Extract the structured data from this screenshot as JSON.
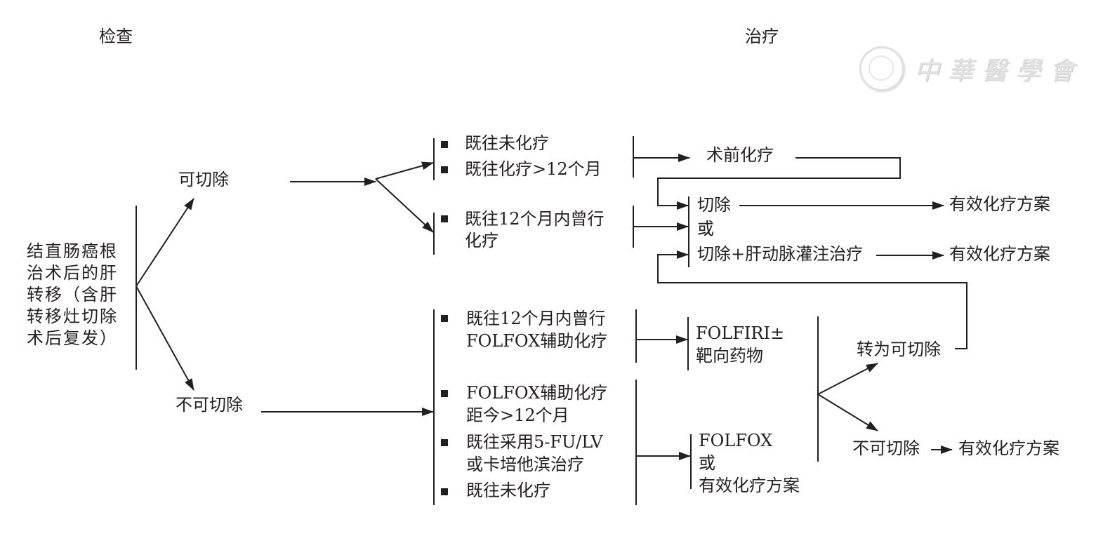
{
  "headers": {
    "examination": "检查",
    "treatment": "治疗"
  },
  "watermark": {
    "text": "中華醫學會",
    "icon": "cma-seal-icon"
  },
  "nodes": {
    "origin": [
      "结直肠癌根",
      "治术后的肝",
      "转移（含肝",
      "转移灶切除",
      "术后复发）"
    ],
    "resectable": "可切除",
    "unresectable": "不可切除",
    "resectable_group_a": [
      "既往未化疗",
      "既往化疗>12个月"
    ],
    "resectable_group_b": [
      "既往12个月内曾行",
      "化疗"
    ],
    "preop_chemo": "术前化疗",
    "resection": "切除",
    "or": "或",
    "resection_hai": "切除+肝动脉灌注治疗",
    "effective_regimen_1": "有效化疗方案",
    "effective_regimen_2": "有效化疗方案",
    "unresectable_group_a": [
      "既往12个月内曾行",
      "FOLFOX辅助化疗"
    ],
    "unresectable_group_b1": [
      "FOLFOX辅助化疗",
      "距今>12个月"
    ],
    "unresectable_group_b2": [
      "既往采用5-FU/LV",
      "或卡培他滨治疗"
    ],
    "unresectable_group_b3": [
      "既往未化疗"
    ],
    "folfiri": [
      "FOLFIRI±",
      "靶向药物"
    ],
    "folfox": [
      "FOLFOX",
      "或",
      "有效化疗方案"
    ],
    "converted_resectable": "转为可切除",
    "still_unresectable": "不可切除",
    "effective_regimen_3": "有效化疗方案"
  },
  "colors": {
    "ink": "#231f20",
    "background": "#ffffff",
    "watermark": "#e2e2e2"
  }
}
